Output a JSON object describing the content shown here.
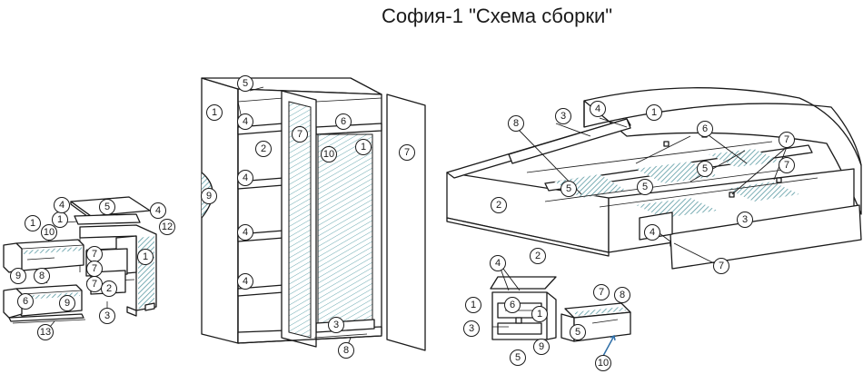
{
  "title": "София-1 \"Схема сборки\"",
  "colors": {
    "line": "#1a1a1a",
    "hatch": "#5b9aa3",
    "arrow": "#2f6fa8"
  },
  "callouts": {
    "dresser": [
      "1",
      "1",
      "10",
      "7",
      "4",
      "5",
      "4",
      "12",
      "1",
      "7",
      "7",
      "2",
      "3",
      "9",
      "8",
      "9",
      "6",
      "13"
    ],
    "wardrobe": [
      "5",
      "1",
      "4",
      "6",
      "2",
      "7",
      "1",
      "7",
      "10",
      "4",
      "9",
      "4",
      "4",
      "3",
      "8"
    ],
    "bed": [
      "3",
      "4",
      "1",
      "8",
      "6",
      "7",
      "5",
      "5",
      "2",
      "5",
      "7",
      "4",
      "3",
      "7"
    ],
    "nightstand": [
      "2",
      "4",
      "1",
      "6",
      "1",
      "3",
      "9",
      "5"
    ],
    "drawer": [
      "7",
      "8",
      "5",
      "10"
    ]
  }
}
